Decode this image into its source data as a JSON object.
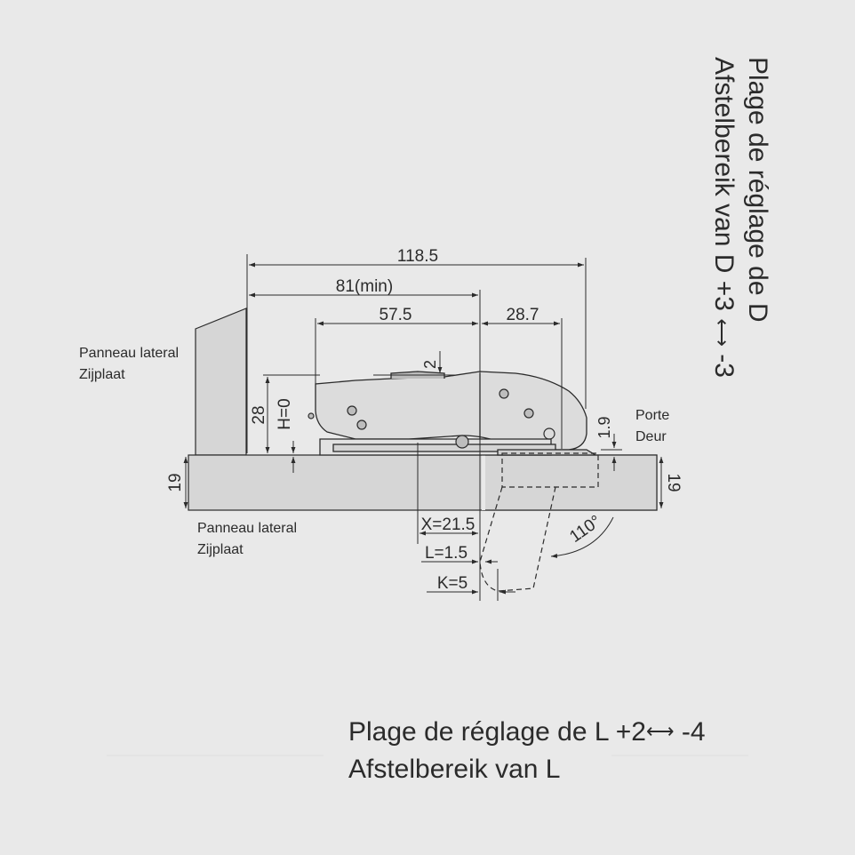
{
  "labels": {
    "side_panel_top": [
      "Panneau lateral",
      "Zijplaat"
    ],
    "side_panel_bottom": [
      "Panneau lateral",
      "Zijplaat"
    ],
    "door": [
      "Porte",
      "Deur"
    ]
  },
  "dimensions": {
    "d118": "118.5",
    "d81": "81(min)",
    "d57": "57.5",
    "d28_7": "28.7",
    "d2": "2",
    "d28": "28",
    "h0": "H=0",
    "d1_9": "1.9",
    "t19_left": "19",
    "t19_right": "19",
    "x": "X=21.5",
    "l": "L=1.5",
    "k": "K=5",
    "angle": "110°"
  },
  "adjust_d": {
    "line1": "Plage de réglage de D",
    "line2_prefix": "Afstelbereik van D +3",
    "line2_suffix": "-3"
  },
  "adjust_l": {
    "line1_prefix": "Plage de réglage de L +2",
    "line1_suffix": "-4",
    "line2": "Afstelbereik van L"
  },
  "colors": {
    "ink": "#2b2b2b",
    "panel": "#d6d6d6",
    "background": "#e9e9e9"
  }
}
